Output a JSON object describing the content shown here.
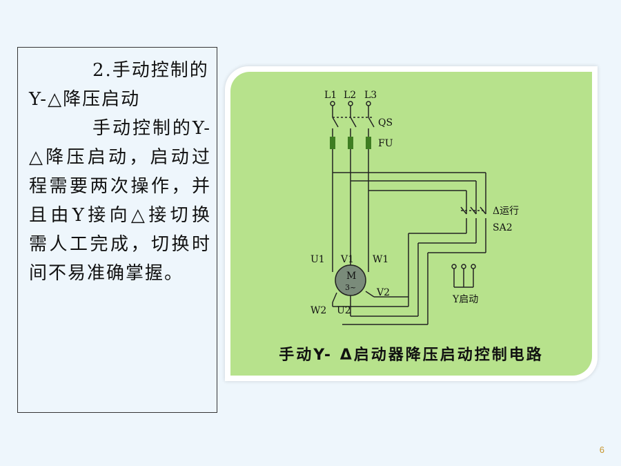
{
  "text_box": {
    "heading_line1": "2.手动控制的",
    "heading_line2": "Y-△降压启动",
    "paragraph": "手动控制的Y-△降压启动，启动过程需要两次操作，并且由Y接向△接切换需人工完成，切换时间不易准确掌握。"
  },
  "figure": {
    "labels": {
      "l1": "L1",
      "l2": "L2",
      "l3": "L3",
      "qs": "QS",
      "fu": "FU",
      "delta_run": "Δ运行",
      "sa2": "SA2",
      "u1": "U1",
      "v1": "V1",
      "w1": "W1",
      "motor_m": "M",
      "motor_phase": "3~",
      "v2": "V2",
      "w2": "W2",
      "u2": "U2",
      "y_start": "Y启动"
    },
    "caption": "手动Y- Δ启动器降压启动控制电路",
    "colors": {
      "panel": "#b7e28c",
      "fuse": "#3e7d22",
      "motor": "#7a8b7a"
    }
  },
  "page": {
    "number": "6"
  }
}
